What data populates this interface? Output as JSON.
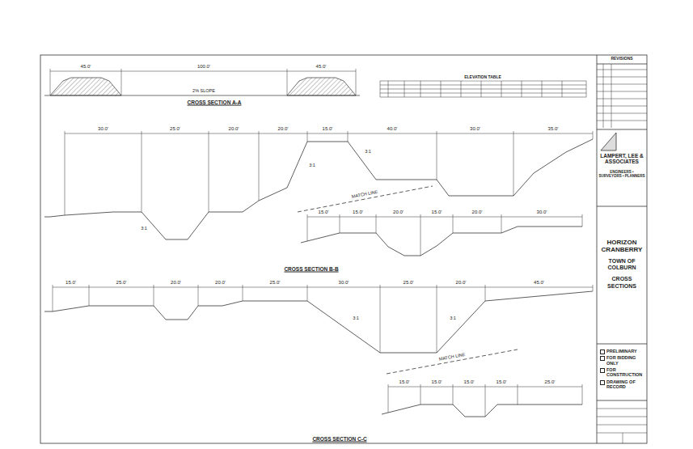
{
  "diagram": {
    "nodes": [
      {
        "text": [
          "REVISIONS"
        ]
      },
      {
        "text": [
          "LAMPERT, LEE & ASSOCIATES",
          "ENGINEERS • SURVEYORS • PLANNERS"
        ]
      },
      {
        "text": [
          "HORIZON CRANBERRY",
          "TOWN OF COLBURN",
          "CROSS SECTIONS"
        ]
      },
      {
        "text": [
          "PRELIMINARY",
          "FOR BIDDING ONLY",
          "FOR CONSTRUCTION",
          "DRAWING OF RECORD"
        ]
      }
    ],
    "labels": [
      "CROSS SECTION A-A",
      "ELEVATION TABLE",
      "CROSS SECTION B-B",
      "CROSS SECTION C-C",
      "MATCH LINE",
      "MATCH LINE",
      "45.0'",
      "100.0'",
      "45.0'",
      "2% SLOPE",
      "30.0'",
      "25.0'",
      "20.0'",
      "20.0'",
      "15.0'",
      "40.0'",
      "30.0'",
      "35.0'",
      "15.0'",
      "15.0'",
      "20.0'",
      "15.0'",
      "20.0'",
      "30.0'",
      "15.0'",
      "25.0'",
      "20.0'",
      "20.0'",
      "25.0'",
      "30.0'",
      "25.0'",
      "20.0'",
      "45.0'",
      "15.0'",
      "15.0'",
      "15.0'",
      "15.0'",
      "25.0'",
      "3:1",
      "3:1",
      "3:1",
      "3:1",
      "3:1"
    ]
  }
}
